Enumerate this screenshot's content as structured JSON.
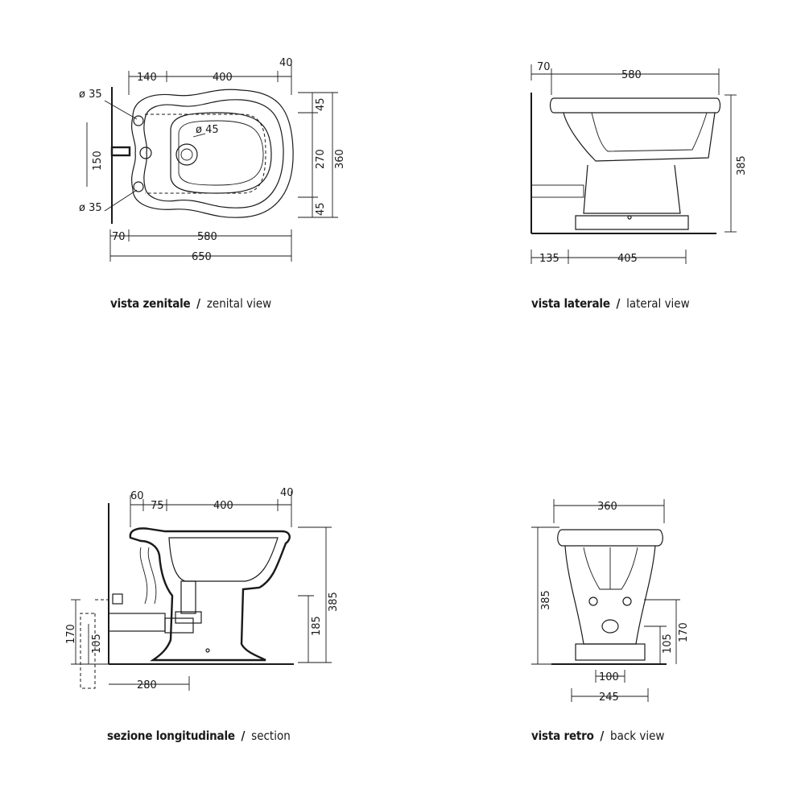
{
  "views": {
    "top": {
      "caption_it": "vista zenitale",
      "caption_en": "zenital view",
      "dims": {
        "d140": "140",
        "d400": "400",
        "d40": "40",
        "d45a": "45",
        "d270": "270",
        "d45b": "45",
        "d360": "360",
        "dia35a": "ø 35",
        "dia35b": "ø 35",
        "dia45": "ø 45",
        "d150": "150",
        "d70": "70",
        "d580": "580",
        "d650": "650"
      }
    },
    "lateral": {
      "caption_it": "vista laterale",
      "caption_en": "lateral view",
      "dims": {
        "d70": "70",
        "d580": "580",
        "d385": "385",
        "d135": "135",
        "d405": "405"
      }
    },
    "section": {
      "caption_it": "sezione longitudinale",
      "caption_en": "section",
      "dims": {
        "d60": "60",
        "d75": "75",
        "d400": "400",
        "d40": "40",
        "d385": "385",
        "d185": "185",
        "d170": "170",
        "d105": "105",
        "d280": "280"
      }
    },
    "back": {
      "caption_it": "vista retro",
      "caption_en": "back view",
      "dims": {
        "d360": "360",
        "d385": "385",
        "d105": "105",
        "d170": "170",
        "d100": "100",
        "d245": "245"
      }
    }
  },
  "caption_separator": "/"
}
